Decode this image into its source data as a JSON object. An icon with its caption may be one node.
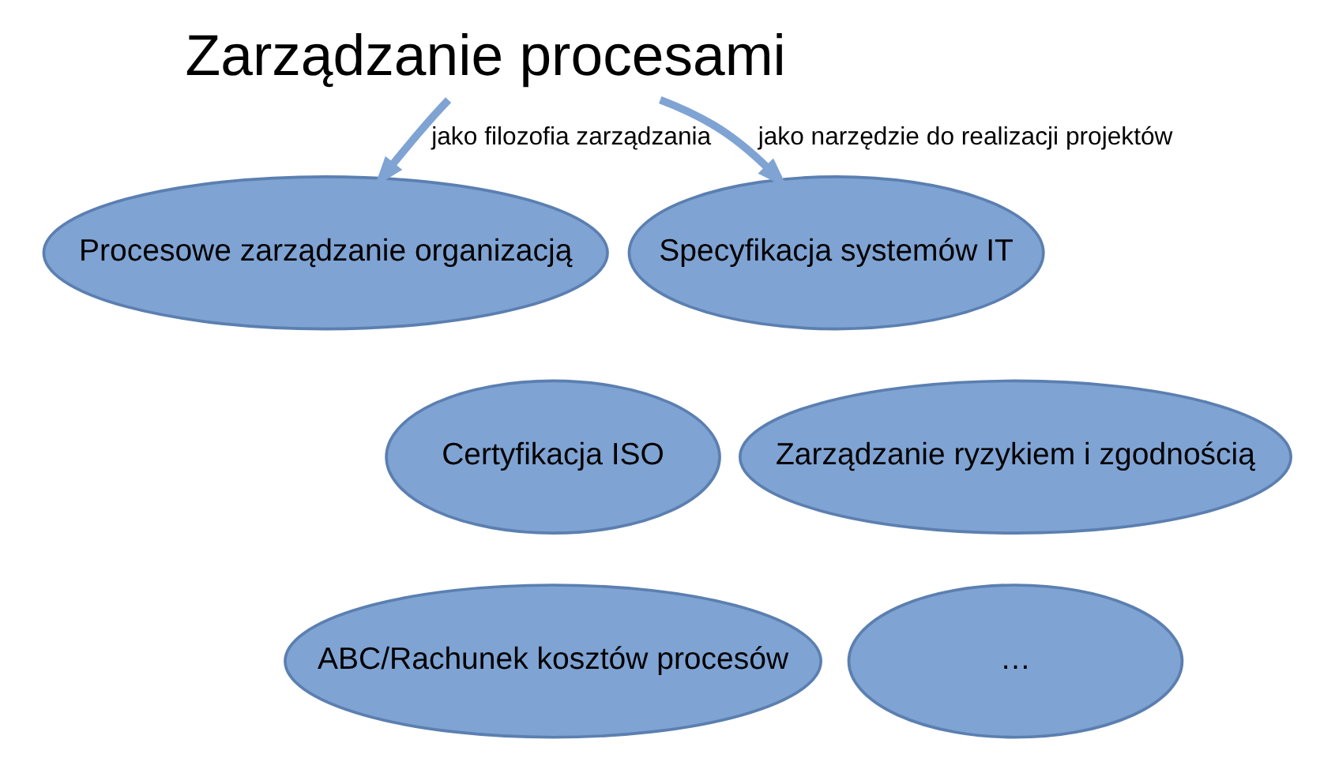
{
  "diagram": {
    "nodes": [
      {
        "text": [
          "Zarządzanie procesami"
        ]
      },
      {
        "text": [
          "Procesowe zarządzanie organizacją"
        ]
      },
      {
        "text": [
          "Specyfikacja systemów IT"
        ]
      },
      {
        "text": [
          "Certyfikacja ISO"
        ]
      },
      {
        "text": [
          "Zarządzanie ryzykiem i zgodnością"
        ]
      },
      {
        "text": [
          "ABC/Rachunek kosztów procesów"
        ]
      },
      {
        "text": [
          "…"
        ]
      }
    ],
    "edges": [
      {
        "from": 0,
        "to": 1,
        "arrow": "to",
        "label": "jako filozofia zarządzania"
      },
      {
        "from": 0,
        "to": 2,
        "arrow": "to",
        "label": "jako narzędzie do realizacji projektów"
      }
    ]
  }
}
